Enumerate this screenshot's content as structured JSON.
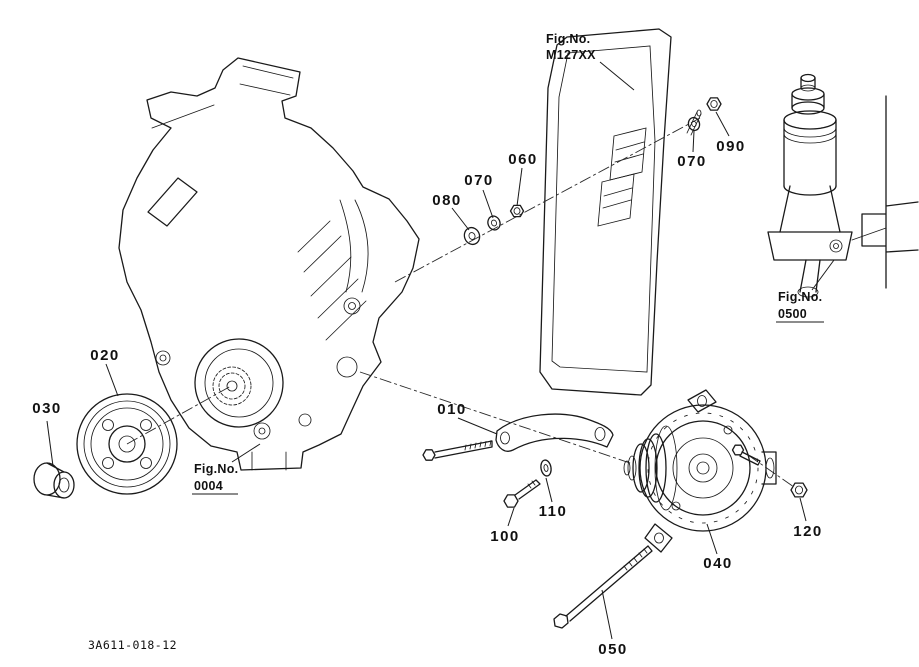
{
  "colors": {
    "background": "#ffffff",
    "line": "#1a1a1a"
  },
  "drawing_number": "3A611-018-12",
  "callouts": {
    "c010": "010",
    "c020": "020",
    "c030": "030",
    "c040": "040",
    "c050": "050",
    "c060": "060",
    "c070a": "070",
    "c070b": "070",
    "c080": "080",
    "c090": "090",
    "c100": "100",
    "c110": "110",
    "c120": "120"
  },
  "fig_refs": {
    "m127xx": {
      "line1": "Fig.No.",
      "line2": "M127XX"
    },
    "f0500": {
      "line1": "Fig.No.",
      "line2": "0500"
    },
    "f0004": {
      "line1": "Fig.No.",
      "line2": "0004"
    }
  }
}
